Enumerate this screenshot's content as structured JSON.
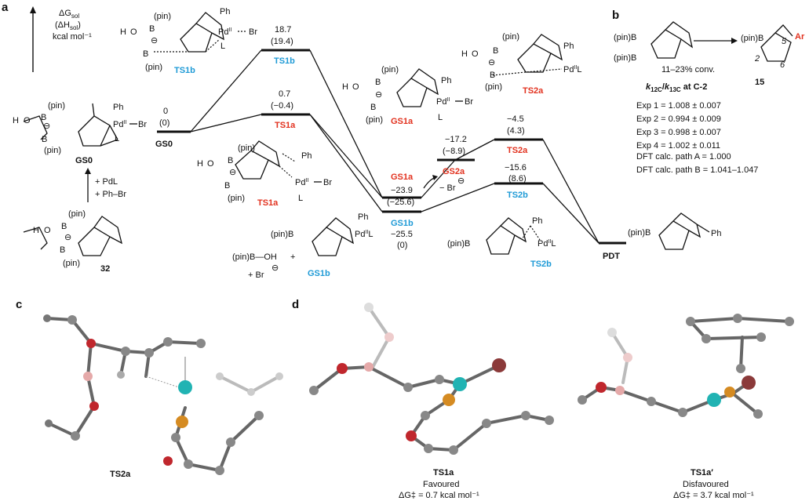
{
  "panels": {
    "a": "a",
    "b": "b",
    "c": "c",
    "d": "d"
  },
  "axis": {
    "line1": "ΔG",
    "line1_sub": "sol",
    "line2": "(ΔH",
    "line2_sub": "sol",
    "line2_end": ")",
    "unit": "kcal mol⁻¹"
  },
  "levels": [
    {
      "id": "GS0",
      "label": "GS0",
      "g": "0",
      "h": "(0)"
    },
    {
      "id": "TS1b",
      "label": "TS1b",
      "g": "18.7",
      "h": "(19.4)"
    },
    {
      "id": "TS1a",
      "label": "TS1a",
      "g": "0.7",
      "h": "(−0.4)"
    },
    {
      "id": "GS1a",
      "label": "GS1a",
      "g": "−23.9",
      "h": "(−25.6)"
    },
    {
      "id": "GS1b",
      "label": "GS1b",
      "g": "−25.5",
      "h": "(0)"
    },
    {
      "id": "GS2a",
      "label": "GS2a",
      "g": "−17.2",
      "h": "(−8.9)"
    },
    {
      "id": "TS2a",
      "label": "TS2a",
      "g": "−4.5",
      "h": "(4.3)"
    },
    {
      "id": "TS2b",
      "label": "TS2b",
      "g": "−15.6",
      "h": "(8.6)"
    },
    {
      "id": "PDT",
      "label": "PDT"
    }
  ],
  "structures": {
    "pin": "(pin)",
    "pinB": "(pin)B",
    "pinB_OH": "(pin)B—OH",
    "H": "H",
    "O": "O",
    "B": "B",
    "Ph": "Ph",
    "Pd": "Pd",
    "PdII": "II",
    "L": "L",
    "Br": "Br",
    "PdL": "L",
    "Ar": "Ar",
    "plus": "+",
    "br_anion": "Br",
    "minus": "−",
    "ominus": "⊖",
    "GS0": "GS0",
    "TS1b": "TS1b",
    "TS1a": "TS1a",
    "GS1a": "GS1a",
    "GS1b": "GS1b",
    "TS2a": "TS2a",
    "TS2b": "TS2b",
    "s32": "32",
    "s15": "15",
    "reagent1": "+ PdL",
    "reagent2": "+ Ph–Br",
    "num5": "5",
    "num6": "6",
    "num2": "2"
  },
  "panel_b": {
    "conversion": "11–23% conv.",
    "kie_label": "k",
    "kie_sub1": "12C",
    "kie_sub2": "13C",
    "kie_tail": " at C-2",
    "rows": [
      "Exp 1 = 1.008 ± 0.007",
      "Exp 2 = 0.994 ± 0.009",
      "Exp 3 = 0.998 ± 0.007",
      "Exp 4 = 1.002 ± 0.011",
      "DFT calc. path A = 1.000",
      "DFT calc. path B = 1.041–1.047"
    ]
  },
  "panel_c": {
    "label": "TS2a"
  },
  "panel_d": {
    "left": {
      "label": "TS1a",
      "status": "Favoured",
      "energy": "ΔG‡ = 0.7 kcal mol⁻¹"
    },
    "right": {
      "label": "TS1a′",
      "status": "Disfavoured",
      "energy": "ΔG‡ = 3.7 kcal mol⁻¹"
    }
  },
  "colors": {
    "red": "#e2321f",
    "blue": "#1e9ad6",
    "pd": "#21b3b3",
    "p": "#d58b22",
    "o": "#c0272d",
    "b": "#e5a9a9",
    "br": "#8b3a3a"
  }
}
